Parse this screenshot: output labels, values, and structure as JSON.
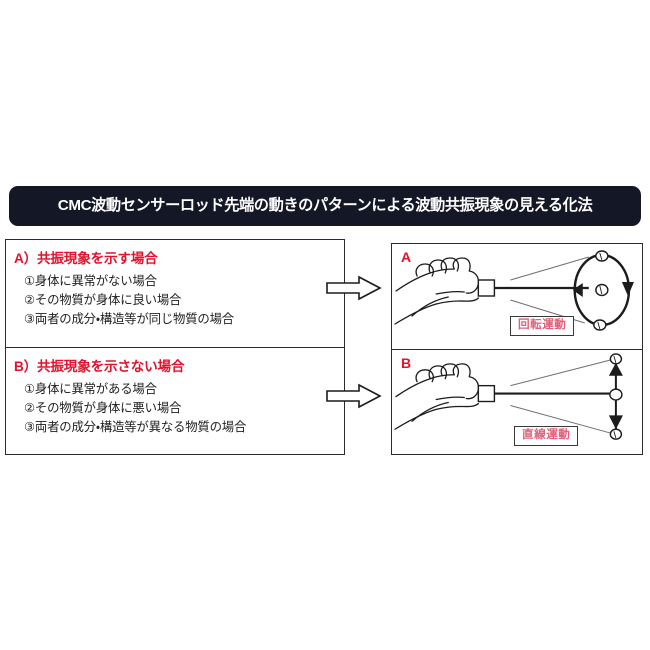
{
  "figure": {
    "background_color": "#ffffff",
    "title_banner": {
      "text": "CMC波動センサーロッド先端の動きのパターンによる波動共振現象の見える化法",
      "background_color": "#141726",
      "text_color": "#ffffff"
    },
    "accent_color": "#e3122c",
    "label_color": "#e1607a",
    "ink_color": "#1c1c1c"
  },
  "left_column": {
    "cases": [
      {
        "letter": "A）",
        "heading": "共振現象を示す場合",
        "items": [
          "①身体に異常がない場合",
          "②その物質が身体に良い場合",
          "③両者の成分・構造等が同じ物質の場合"
        ]
      },
      {
        "letter": "B）",
        "heading": "共振現象を示さない場合",
        "items": [
          "①身体に異常がある場合",
          "②その物質が身体に悪い場合",
          "③両者の成分・構造等が異なる物質の場合"
        ]
      }
    ]
  },
  "connectors": [
    {
      "icon": "arrow-right-icon",
      "direction": "right"
    },
    {
      "icon": "arrow-right-icon",
      "direction": "right"
    }
  ],
  "right_column": {
    "panels": [
      {
        "letter": "A",
        "motion_label": "回転運動",
        "illustration": "hand-holding-rod-with-rotating-tip"
      },
      {
        "letter": "B",
        "motion_label": "直線運動",
        "illustration": "hand-holding-rod-with-linear-tip"
      }
    ]
  }
}
